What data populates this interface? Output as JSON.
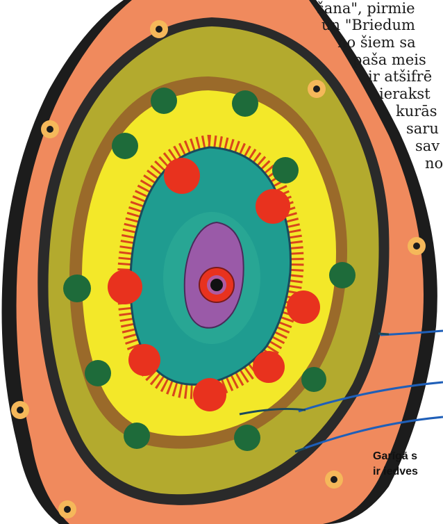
{
  "page": {
    "body_text_lines": [
      "šana\", pirmie",
      "un \"Briedum",
      "no šiem sa",
      "paša meis",
      "ir atšifrē",
      "ierakst",
      "kurās",
      "saru",
      "sav",
      "no"
    ],
    "caption_lines": [
      "Garīgā s",
      "ir iedves"
    ]
  },
  "artwork": {
    "type": "concentric mandala painting",
    "colors": {
      "outer_ring": "#f08a5d",
      "outer_edge": "#1c1c1c",
      "olive_band": "#b3aa2e",
      "yellow_ring": "#f3e829",
      "teal_core": "#1f9c90",
      "purple_center": "#9a5aa8",
      "red_dots": "#e8321e",
      "green_dots": "#1e6b3a",
      "pointer_lines": "#1f5fb8"
    }
  }
}
